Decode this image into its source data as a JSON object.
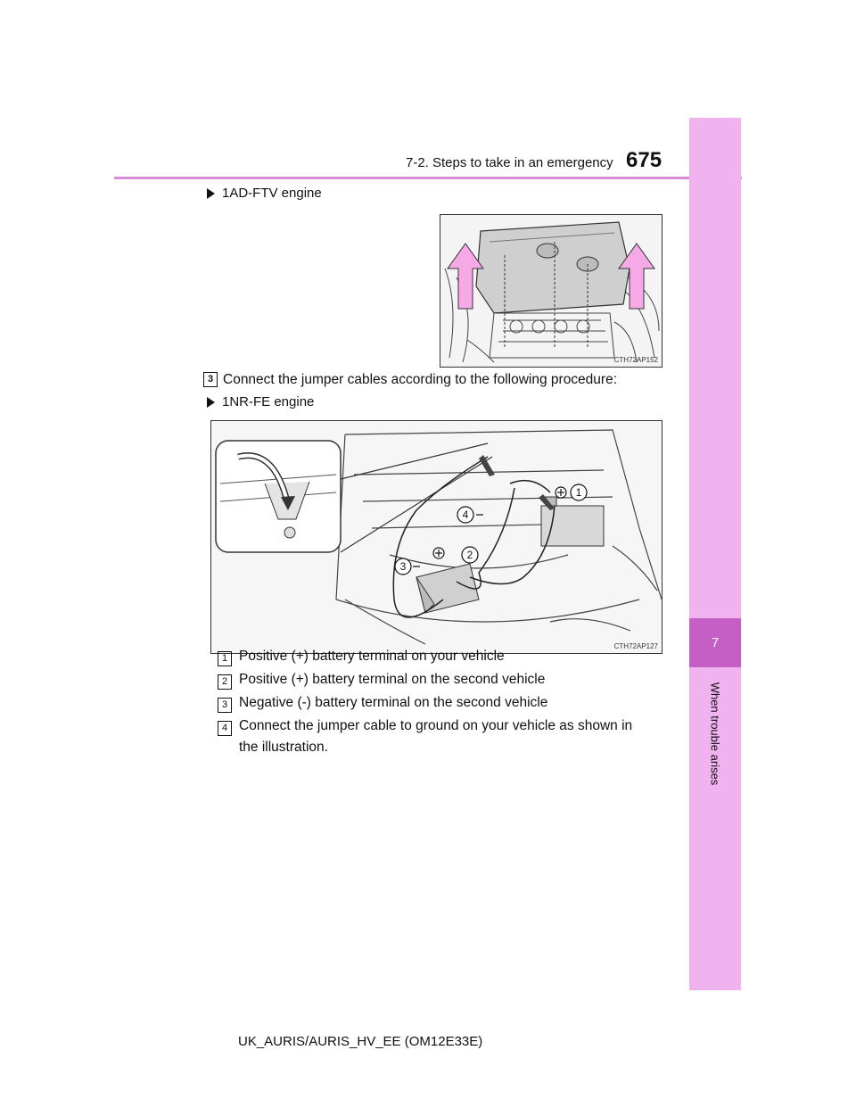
{
  "header": {
    "section": "7-2. Steps to take in an emergency",
    "page_number": "675"
  },
  "side_tab": {
    "chapter_number": "7",
    "chapter_title": "When trouble arises"
  },
  "bullet_1ad": "1AD-FTV engine",
  "figure_1ad": {
    "code": "CTH72AP152"
  },
  "step3": {
    "number": "3",
    "text": "Connect the jumper cables according to the following procedure:"
  },
  "bullet_1nr": "1NR-FE engine",
  "figure_1nr": {
    "code": "CTH72AP127",
    "callouts": {
      "c1": "1",
      "c2": "2",
      "c3": "3",
      "c4": "4"
    }
  },
  "legend": [
    {
      "num": "1",
      "text": "Positive (+) battery terminal on your vehicle"
    },
    {
      "num": "2",
      "text": "Positive (+) battery terminal on the second vehicle"
    },
    {
      "num": "3",
      "text": "Negative (-) battery terminal on the second vehicle"
    },
    {
      "num": "4",
      "text": "Connect the jumper cable to ground on your vehicle as shown in",
      "text2": "the illustration."
    }
  ],
  "footer": {
    "code": "UK_AURIS/AURIS_HV_EE (OM12E33E)"
  }
}
